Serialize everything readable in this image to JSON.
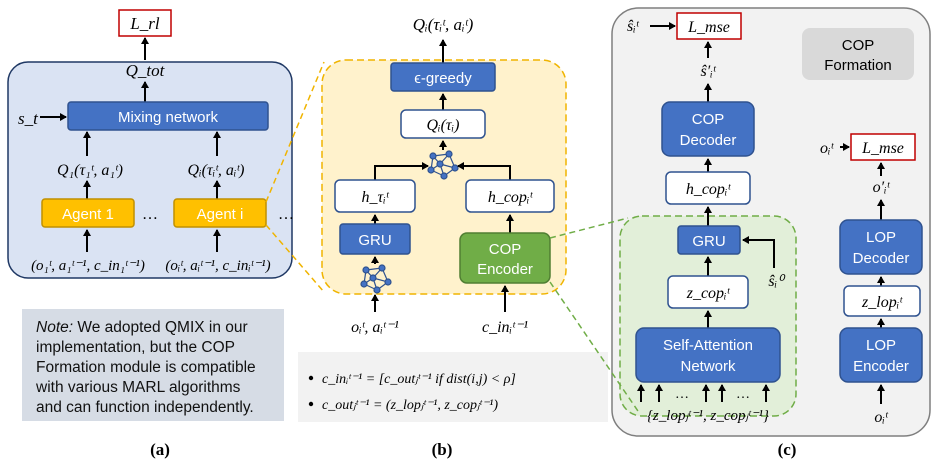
{
  "panel_a": {
    "loss": "L_rl",
    "q_tot": "Q_tot",
    "state": "s_t",
    "mixing": "Mixing network",
    "q1": "Q₁(τ₁ᵗ, a₁ᵗ)",
    "qi": "Qᵢ(τᵢᵗ, aᵢᵗ)",
    "agent1": "Agent 1",
    "agenti": "Agent i",
    "dots": "…",
    "input1": "(o₁ᵗ, a₁ᵗ⁻¹, c_in₁ᵗ⁻¹)",
    "inputi": "(oᵢᵗ, aᵢᵗ⁻¹, c_inᵢᵗ⁻¹)",
    "note_prefix": "Note:",
    "note_line1": " We adopted QMIX in our",
    "note_line2": "implementation, but the COP",
    "note_line3": "Formation module is compatible",
    "note_line4": "with various MARL algorithms",
    "note_line5": "and can function independently.",
    "caption": "(a)"
  },
  "panel_b": {
    "output": "Qᵢ(τᵢᵗ, aᵢᵗ)",
    "egreedy": "ϵ-greedy",
    "qi_tau": "Qᵢ(τᵢ)",
    "h_tau": "h_τᵢᵗ",
    "h_cop": "h_copᵢᵗ",
    "gru": "GRU",
    "cop_encoder_l1": "COP",
    "cop_encoder_l2": "Encoder",
    "obs_input": "oᵢᵗ, aᵢᵗ⁻¹",
    "cin_input": "c_inᵢᵗ⁻¹",
    "formula1": "c_inᵢᵗ⁻¹ = [c_outⱼᵗ⁻¹ if dist(i,j) < ρ]",
    "formula2": "c_outⱼᵗ⁻¹ = (z_lopⱼᵗ⁻¹, z_copⱼᵗ⁻¹)",
    "caption": "(b)"
  },
  "panel_c": {
    "title_l1": "COP",
    "title_l2": "Formation",
    "s_hat": "ŝᵢᵗ",
    "loss1": "L_mse",
    "s_hat_prime": "ŝ′ᵢᵗ",
    "cop_decoder_l1": "COP",
    "cop_decoder_l2": "Decoder",
    "h_cop": "h_copᵢᵗ",
    "gru": "GRU",
    "s_hat_zero": "ŝᵢ⁰",
    "z_cop": "z_copᵢᵗ",
    "attention_l1": "Self-Attention",
    "attention_l2": "Network",
    "dots1": "…",
    "dots2": "…",
    "inputs": "{z_lopⱼᵗ⁻¹, z_copⱼᵗ⁻¹}",
    "o_t": "oᵢᵗ",
    "loss2": "L_mse",
    "o_prime": "o′ᵢᵗ",
    "lop_decoder_l1": "LOP",
    "lop_decoder_l2": "Decoder",
    "z_lop": "z_lopᵢᵗ",
    "lop_encoder_l1": "LOP",
    "lop_encoder_l2": "Encoder",
    "o_in": "oᵢᵗ",
    "caption": "(c)"
  },
  "colors": {
    "blue_box": "#4472c4",
    "blue_border": "#2f528f",
    "agent": "#ffc000",
    "green_box": "#70ad47",
    "green_bg": "#e2efd9",
    "yellow_bg": "#fff2cc",
    "panel_a_bg": "#dae3f3",
    "panel_c_bg": "#f2f2f2",
    "loss_border": "#c00000"
  }
}
